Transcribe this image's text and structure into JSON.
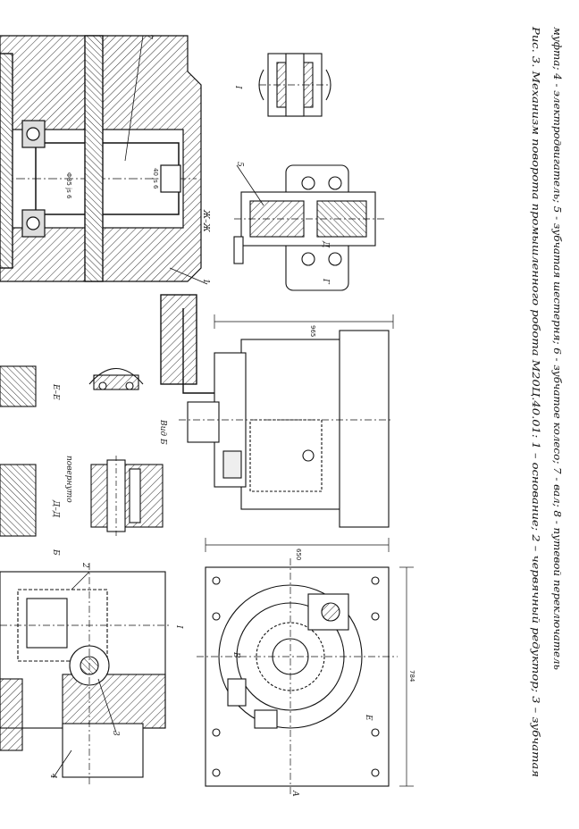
{
  "figure": {
    "caption_line1": "Рис. 3. Механизм поворота промышленного робота М20Ц.40.01: 1 – основание; 2 – червячный редуктор; 3 – зубчатая",
    "caption_line2": "муфта; 4 - электродвигатель; 5 - зубчатая шестерня; 6 - зубчатое колесо; 7 - вал; 8 - путевой переключатель"
  },
  "labels": {
    "part1": "1",
    "part2": "2",
    "part3": "3",
    "part4": "4",
    "part5": "5",
    "part7": "7",
    "node_I": "I",
    "node_I_top": "I",
    "view_b": "Вид Б",
    "arrow_b": "Б",
    "section_ee": "Е–Е",
    "section_dd": "Д–Д",
    "rotated": "повернуто",
    "section_zhzh": "Ж–Ж",
    "g_mark": "Г",
    "d_mark": "Д",
    "v_mark": "В",
    "e_mark": "Е",
    "a_mark": "А",
    "shaft_dia": "Ф85 js 6",
    "shaft_dia2": "40 js 6"
  },
  "dimensions": {
    "d965": "965",
    "d650": "650",
    "d784": "784"
  }
}
